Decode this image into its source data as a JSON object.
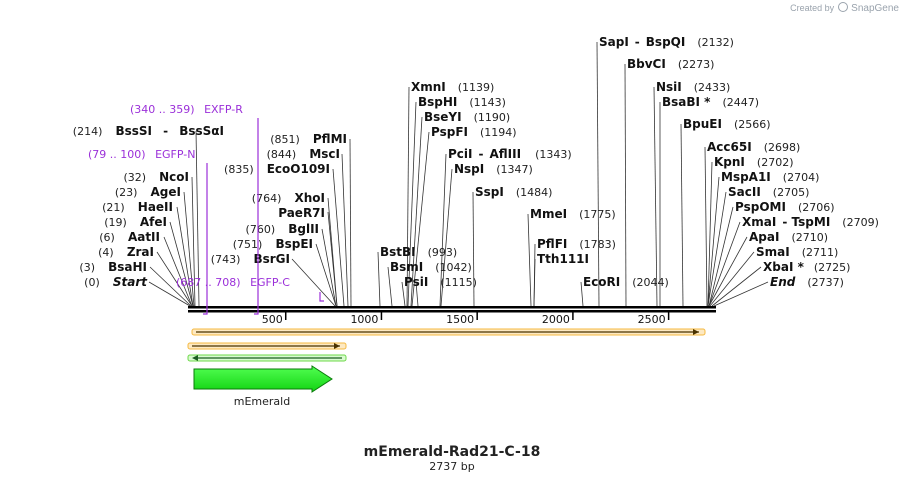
{
  "credit": {
    "prefix": "Created by",
    "brand": "SnapGene"
  },
  "plasmid": {
    "name": "mEmerald-Rad21-C-18",
    "length_label": "2737 bp"
  },
  "scale": {
    "ticks": [
      {
        "value": 500,
        "label": "500"
      },
      {
        "value": 1000,
        "label": "1000"
      },
      {
        "value": 1500,
        "label": "1500"
      },
      {
        "value": 2000,
        "label": "2000"
      },
      {
        "value": 2500,
        "label": "2500"
      }
    ]
  },
  "left_sites": [
    {
      "pos": "(0)",
      "name": "Start",
      "italic": true
    },
    {
      "pos": "(3)",
      "name": "BsaHI"
    },
    {
      "pos": "(4)",
      "name": "ZraI"
    },
    {
      "pos": "(6)",
      "name": "AatII"
    },
    {
      "pos": "(19)",
      "name": "AfeI"
    },
    {
      "pos": "(21)",
      "name": "HaeII"
    },
    {
      "pos": "(23)",
      "name": "AgeI"
    },
    {
      "pos": "(32)",
      "name": "NcoI"
    },
    {
      "pos": "(743)",
      "name": "BsrGI"
    },
    {
      "pos": "(751)",
      "name": "BspEI"
    },
    {
      "pos": "(760)",
      "name": "BglII"
    },
    {
      "pos": "",
      "name": "PaeR7I"
    },
    {
      "pos": "(764)",
      "name": "XhoI"
    },
    {
      "pos": "(835)",
      "name": "EcoO109I"
    },
    {
      "pos": "(844)",
      "name": "MscI"
    },
    {
      "pos": "(851)",
      "name": "PflMI"
    },
    {
      "pos": "(214)",
      "name": "BssSI",
      "name2": "BssSαI"
    }
  ],
  "mid_sites": [
    {
      "name": "XmnI",
      "pos": "(1139)"
    },
    {
      "name": "BspHI",
      "pos": "(1143)"
    },
    {
      "name": "BseYI",
      "pos": "(1190)"
    },
    {
      "name": "PspFI",
      "pos": "(1194)"
    },
    {
      "name": "PciI",
      "name2": "AflIII",
      "pos": "(1343)"
    },
    {
      "name": "NspI",
      "pos": "(1347)"
    },
    {
      "name": "SspI",
      "pos": "(1484)"
    },
    {
      "name": "BstBI",
      "pos": "(993)"
    },
    {
      "name": "BsmI",
      "pos": "(1042)"
    },
    {
      "name": "PsiI",
      "pos": "(1115)"
    },
    {
      "name": "MmeI",
      "pos": "(1775)"
    },
    {
      "name": "PflFI",
      "pos": "(1783)"
    },
    {
      "name": "Tth111I",
      "pos": ""
    },
    {
      "name": "EcoRI",
      "pos": "(2044)"
    },
    {
      "name": "SapI",
      "name2": "BspQI",
      "pos": "(2132)"
    },
    {
      "name": "BbvCI",
      "pos": "(2273)"
    },
    {
      "name": "NsiI",
      "pos": "(2433)"
    },
    {
      "name": "BsaBI *",
      "pos": "(2447)"
    },
    {
      "name": "BpuEI",
      "pos": "(2566)"
    }
  ],
  "right_sites": [
    {
      "name": "Acc65I",
      "pos": "(2698)"
    },
    {
      "name": "KpnI",
      "pos": "(2702)"
    },
    {
      "name": "MspA1I",
      "pos": "(2704)"
    },
    {
      "name": "SacII",
      "pos": "(2705)"
    },
    {
      "name": "PspOMI",
      "pos": "(2706)"
    },
    {
      "name": "XmaI",
      "name2": "TspMI",
      "pos": "(2709)"
    },
    {
      "name": "ApaI",
      "pos": "(2710)"
    },
    {
      "name": "SmaI",
      "pos": "(2711)"
    },
    {
      "name": "XbaI *",
      "pos": "(2725)"
    },
    {
      "name": "End",
      "pos": "(2737)",
      "italic": true
    }
  ],
  "primers": [
    {
      "range": "(340 .. 359)",
      "name": "EXFP-R"
    },
    {
      "range": "(79 .. 100)",
      "name": "EGFP-N"
    },
    {
      "range": "(687 .. 708)",
      "name": "EGFP-C"
    }
  ],
  "features": [
    {
      "name": "mEmerald"
    }
  ],
  "colors": {
    "primer": "#9b30d9",
    "feature": "#1ef01e",
    "orf": "#f5b942",
    "backbone": "#000000"
  }
}
